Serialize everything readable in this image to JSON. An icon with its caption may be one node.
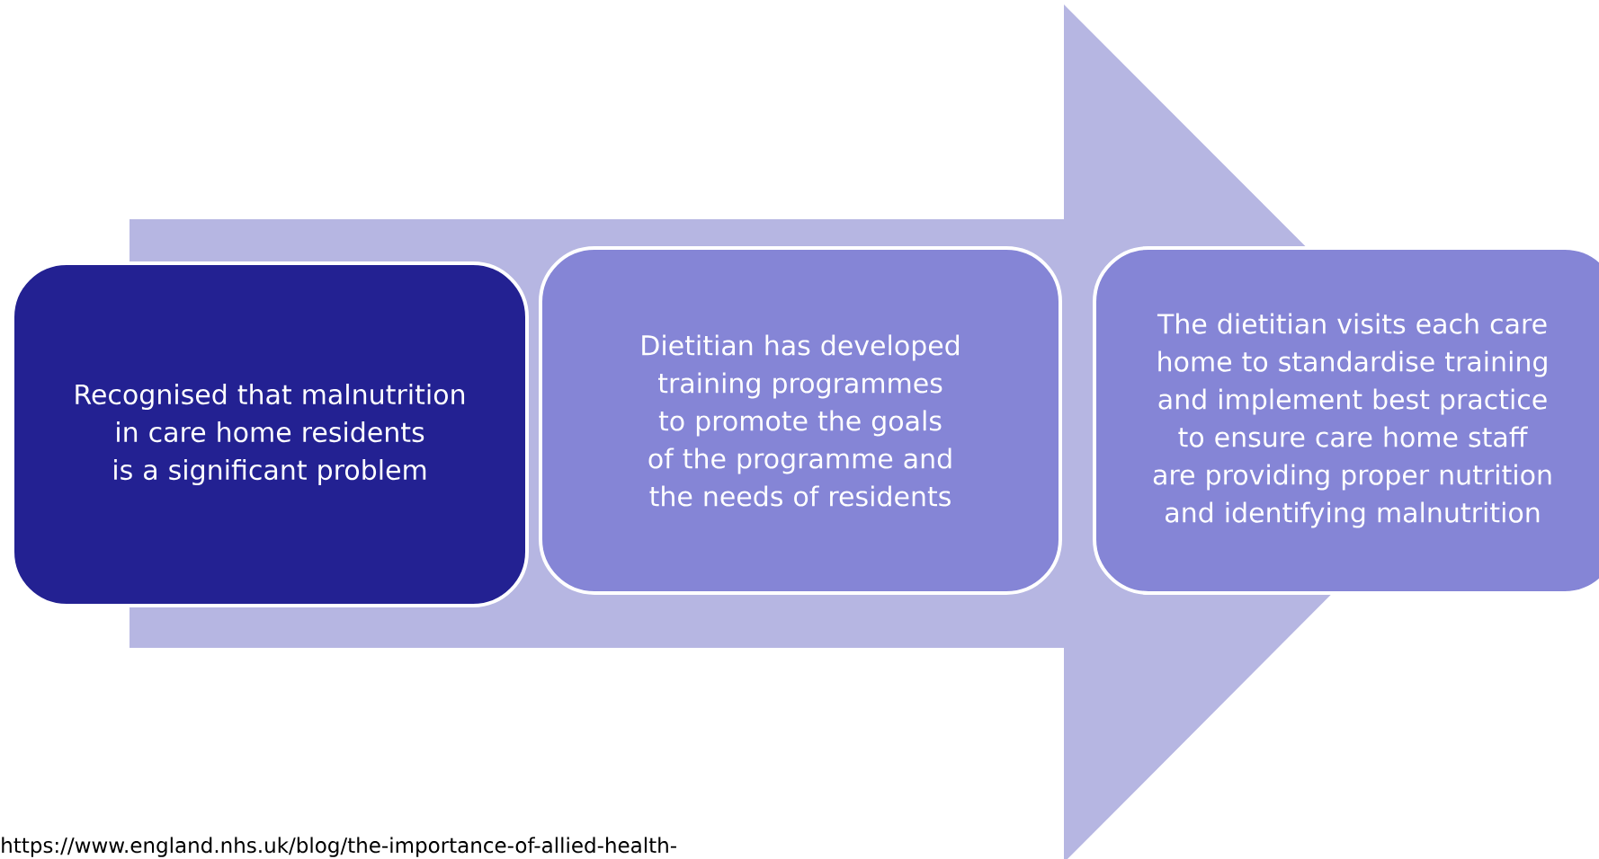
{
  "diagram": {
    "nodes": [
      {
        "text": [
          "Recognised that malnutrition in care home residents is a significant problem"
        ]
      },
      {
        "text": [
          "Dietitian has developed training programmes to promote the goals of the programme and the needs of residents"
        ]
      },
      {
        "text": [
          "The dietitian visits each care home to standardise training and implement best practice to ensure care home staff are providing proper nutrition and identifying malnutrition"
        ]
      }
    ],
    "edges": [
      {
        "from": 0,
        "to": 2,
        "arrow": "to"
      }
    ],
    "labels": [
      "https://www.england.nhs.uk/blog/the-importance-of-allied-health-"
    ]
  }
}
